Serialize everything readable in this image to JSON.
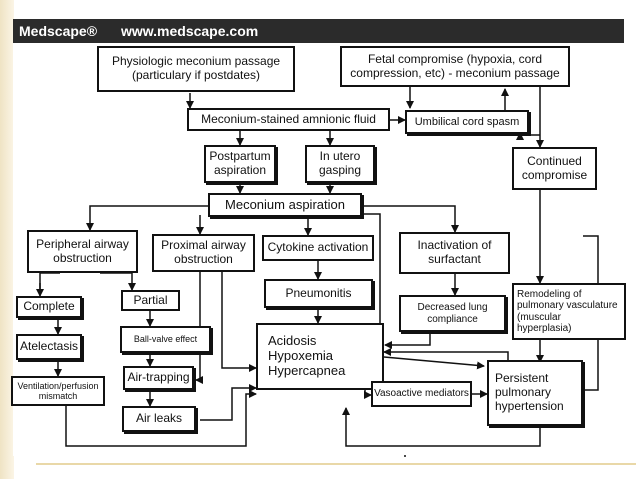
{
  "header": {
    "brand": "Medscape®",
    "url": "www.medscape.com"
  },
  "nodes": {
    "physiologic": "Physiologic meconium passage\n(particulary if postdates)",
    "fetal_compromise": "Fetal compromise (hypoxia, cord\ncompression, etc) - meconium passage",
    "amnionic_fluid": "Meconium-stained amnionic fluid",
    "cord_spasm": "Umbilical cord spasm",
    "postpartum": "Postpartum\naspiration",
    "in_utero": "In utero\ngasping",
    "continued": "Continued\ncompromise",
    "aspiration": "Meconium aspiration",
    "peripheral": "Peripheral airway\nobstruction",
    "proximal": "Proximal airway\nobstruction",
    "cytokine": "Cytokine activation",
    "inactivation": "Inactivation of\nsurfactant",
    "complete": "Complete",
    "partial": "Partial",
    "pneumonitis": "Pneumonitis",
    "decreased": "Decreased lung\ncompliance",
    "remodeling": "Remodeling of\npulmonary vasculature\n(muscular\nhyperplasia)",
    "atelectasis": "Atelectasis",
    "ball_valve": "Ball-valve effect",
    "acidosis": "Acidosis\nHypoxemia\nHypercapnea",
    "air_trapping": "Air-trapping",
    "vq_mismatch": "Ventilation/perfusion\nmismatch",
    "vasoactive": "Vasoactive mediators",
    "pph": "Persistent\npulmonary\nhypertension",
    "air_leaks": "Air leaks"
  }
}
